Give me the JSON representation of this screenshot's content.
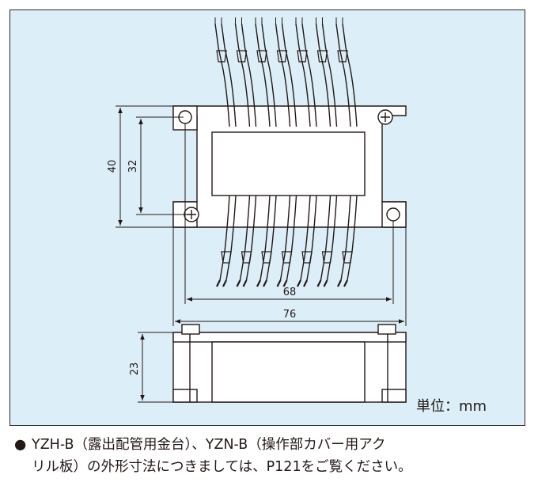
{
  "diagram": {
    "dimensions": {
      "height_outer": "40",
      "height_inner": "32",
      "width_holes": "68",
      "width_total": "76",
      "depth": "23"
    },
    "unit_label": "単位：mm",
    "wire_count": 7,
    "colors": {
      "panel_background": "#dceef8",
      "part_fill": "#ffffff",
      "line": "#231815"
    }
  },
  "note": {
    "bullet": "●",
    "line1": "YZH-B（露出配管用金台）、YZN-B（操作部カバー用アク",
    "line2": "リル板）の外形寸法につきましては、P121をご覧ください。"
  }
}
